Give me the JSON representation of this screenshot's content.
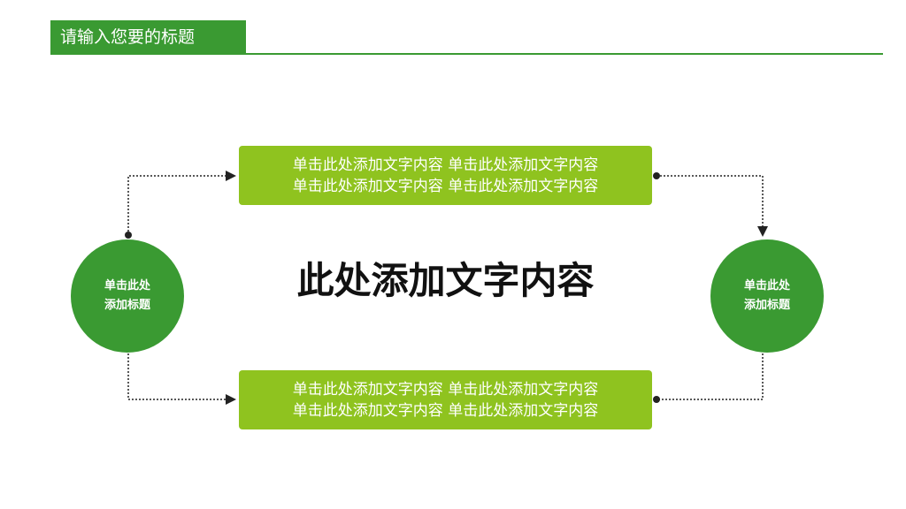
{
  "header": {
    "title": "请输入您要的标题"
  },
  "center_title": "此处添加文字内容",
  "top_box": {
    "line1": "单击此处添加文字内容  单击此处添加文字内容",
    "line2": "单击此处添加文字内容  单击此处添加文字内容"
  },
  "bottom_box": {
    "line1": "单击此处添加文字内容  单击此处添加文字内容",
    "line2": "单击此处添加文字内容  单击此处添加文字内容"
  },
  "left_circle": {
    "line1": "单击此处",
    "line2": "添加标题"
  },
  "right_circle": {
    "line1": "单击此处",
    "line2": "添加标题"
  },
  "colors": {
    "dark_green": "#3a9a32",
    "light_green": "#8fc31f",
    "connector": "#222222"
  }
}
